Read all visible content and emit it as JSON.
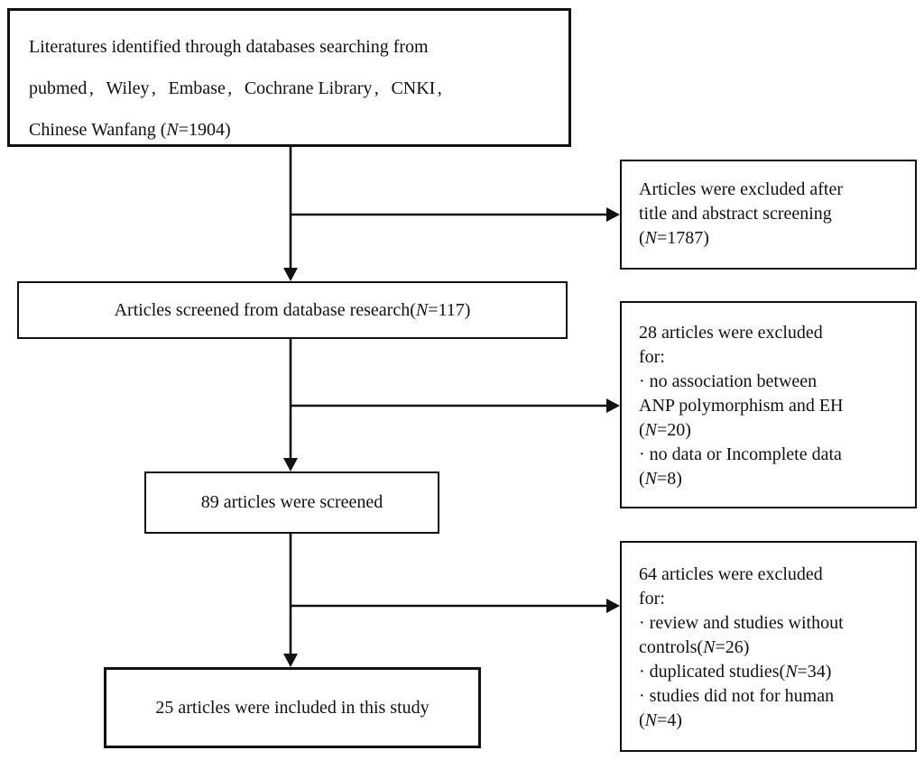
{
  "figure": {
    "type": "flow-diagram",
    "description_visible_only": "literature screening flowchart",
    "colors": {
      "background": "#ffffff",
      "border": "#111111",
      "text": "#111111",
      "arrow": "#111111"
    },
    "boxes": {
      "identified": {
        "align": "left",
        "lines": [
          [
            {
              "t": "Literatures identified through databases searching from"
            }
          ],
          [
            {
              "t": "pubmed、Wiley、Embase、Cochrane Library、CNKI、"
            }
          ],
          [
            {
              "t": "Chinese Wanfang ("
            },
            {
              "t": "N",
              "i": true
            },
            {
              "t": "=1904)"
            }
          ]
        ]
      },
      "excluded_title_abstract": {
        "align": "left",
        "lines": [
          [
            {
              "t": "Articles were excluded after"
            }
          ],
          [
            {
              "t": "title and abstract screening"
            }
          ],
          [
            {
              "t": "("
            },
            {
              "t": "N",
              "i": true
            },
            {
              "t": "=1787)"
            }
          ]
        ]
      },
      "screened_database": {
        "align": "center",
        "lines": [
          [
            {
              "t": "Articles screened from database research("
            },
            {
              "t": "N",
              "i": true
            },
            {
              "t": "=117)"
            }
          ]
        ]
      },
      "excluded_28": {
        "align": "left",
        "lines": [
          [
            {
              "t": "28 articles were excluded"
            }
          ],
          [
            {
              "t": "for:"
            }
          ],
          [
            {
              "t": "· no association between"
            }
          ],
          [
            {
              "t": "ANP polymorphism and EH"
            }
          ],
          [
            {
              "t": "("
            },
            {
              "t": "N",
              "i": true
            },
            {
              "t": "=20)"
            }
          ],
          [
            {
              "t": "· no data or Incomplete data"
            }
          ],
          [
            {
              "t": "("
            },
            {
              "t": "N",
              "i": true
            },
            {
              "t": "=8)"
            }
          ]
        ]
      },
      "screened_89": {
        "align": "center",
        "lines": [
          [
            {
              "t": "89 articles were screened"
            }
          ]
        ]
      },
      "excluded_64": {
        "align": "left",
        "lines": [
          [
            {
              "t": "64 articles were excluded"
            }
          ],
          [
            {
              "t": "for:"
            }
          ],
          [
            {
              "t": "· review and studies without"
            }
          ],
          [
            {
              "t": "controls("
            },
            {
              "t": "N",
              "i": true
            },
            {
              "t": "=26)"
            }
          ],
          [
            {
              "t": "· duplicated studies("
            },
            {
              "t": "N",
              "i": true
            },
            {
              "t": "=34)"
            }
          ],
          [
            {
              "t": "· studies did not for human"
            }
          ],
          [
            {
              "t": "("
            },
            {
              "t": "N",
              "i": true
            },
            {
              "t": "=4)"
            }
          ]
        ]
      },
      "included_25": {
        "align": "center",
        "lines": [
          [
            {
              "t": "25 articles were included in this study"
            }
          ]
        ]
      }
    },
    "counts": {
      "identified": 1904,
      "excluded_title_abstract": 1787,
      "screened_database": 117,
      "excluded_second_step": 28,
      "no_association_anp_eh": 20,
      "no_or_incomplete_data": 8,
      "screened": 89,
      "excluded_third_step": 64,
      "review_or_no_controls": 26,
      "duplicated_studies": 34,
      "not_for_human": 4,
      "included": 25
    }
  }
}
